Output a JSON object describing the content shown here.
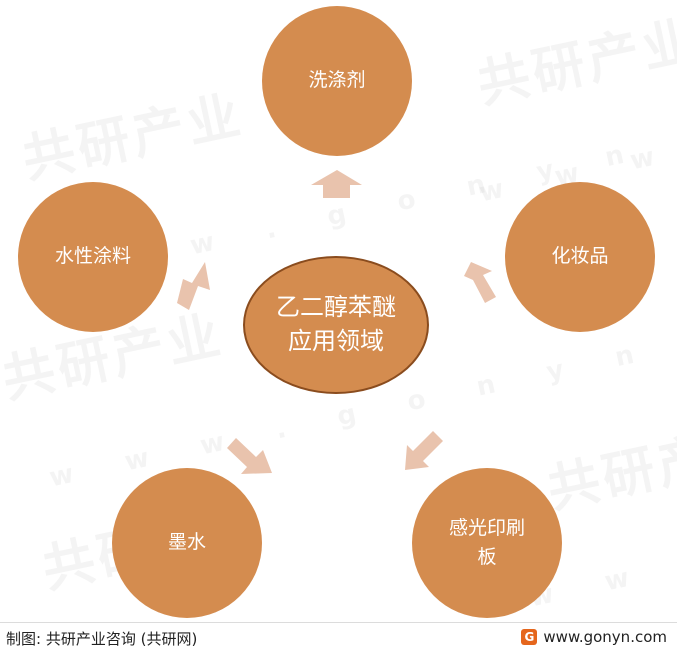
{
  "center": {
    "label": "乙二醇苯醚应用领域"
  },
  "nodes": [
    {
      "id": "top",
      "label": "洗涤剂"
    },
    {
      "id": "right",
      "label": "化妆品"
    },
    {
      "id": "bottom_right",
      "label": "感光印刷板"
    },
    {
      "id": "bottom_left",
      "label": "墨水"
    },
    {
      "id": "left",
      "label": "水性涂料"
    }
  ],
  "watermark": {
    "brand": "共研产业",
    "url": "w w w . g o n y n . c o m"
  },
  "footer": {
    "source": "制图: 共研产业咨询 (共研网)",
    "site": "www.gonyn.com",
    "logo_glyph": "G"
  },
  "colors": {
    "node_fill": "#d48c4f",
    "center_border": "#8a4c1e",
    "arrow_fill": "#e9c3ad",
    "text": "#ffffff",
    "brand_accent": "#e5661c"
  }
}
